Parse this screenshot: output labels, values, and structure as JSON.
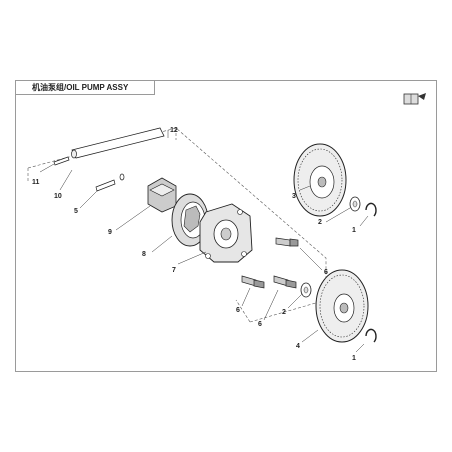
{
  "title": "机油泵组/OIL PUMP ASSY",
  "icon": "book-arrow-icon",
  "callouts": [
    {
      "id": "c1a",
      "label": "1"
    },
    {
      "id": "c1b",
      "label": "1"
    },
    {
      "id": "c2a",
      "label": "2"
    },
    {
      "id": "c2b",
      "label": "2"
    },
    {
      "id": "c3",
      "label": "3"
    },
    {
      "id": "c4",
      "label": "4"
    },
    {
      "id": "c5",
      "label": "5"
    },
    {
      "id": "c6a",
      "label": "6"
    },
    {
      "id": "c6b",
      "label": "6"
    },
    {
      "id": "c6c",
      "label": "6"
    },
    {
      "id": "c7",
      "label": "7"
    },
    {
      "id": "c8",
      "label": "8"
    },
    {
      "id": "c9",
      "label": "9"
    },
    {
      "id": "c10",
      "label": "10"
    },
    {
      "id": "c11",
      "label": "11"
    },
    {
      "id": "c12",
      "label": "12"
    }
  ]
}
